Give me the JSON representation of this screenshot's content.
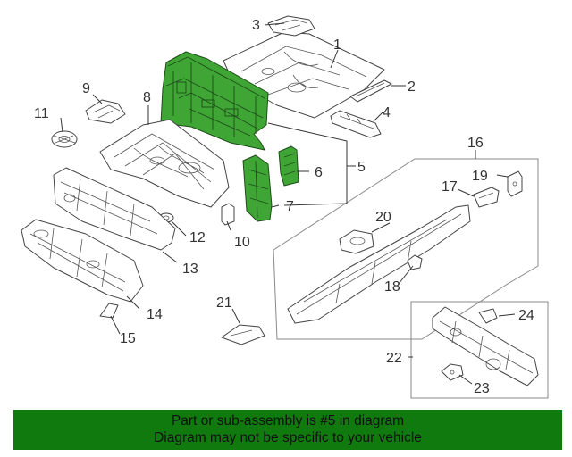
{
  "diagram": {
    "callouts": [
      {
        "id": "1",
        "text": "1"
      },
      {
        "id": "2",
        "text": "2"
      },
      {
        "id": "3",
        "text": "3"
      },
      {
        "id": "4",
        "text": "4"
      },
      {
        "id": "5",
        "text": "5"
      },
      {
        "id": "6",
        "text": "6"
      },
      {
        "id": "7",
        "text": "7"
      },
      {
        "id": "8",
        "text": "8"
      },
      {
        "id": "9",
        "text": "9"
      },
      {
        "id": "10",
        "text": "10"
      },
      {
        "id": "11",
        "text": "11"
      },
      {
        "id": "12",
        "text": "12"
      },
      {
        "id": "13",
        "text": "13"
      },
      {
        "id": "14",
        "text": "14"
      },
      {
        "id": "15",
        "text": "15"
      },
      {
        "id": "16",
        "text": "16"
      },
      {
        "id": "17",
        "text": "17"
      },
      {
        "id": "18",
        "text": "18"
      },
      {
        "id": "19",
        "text": "19"
      },
      {
        "id": "20",
        "text": "20"
      },
      {
        "id": "21",
        "text": "21"
      },
      {
        "id": "22",
        "text": "22"
      },
      {
        "id": "23",
        "text": "23"
      },
      {
        "id": "24",
        "text": "24"
      }
    ],
    "highlight_color": "#3fa535"
  },
  "banner": {
    "line1": "Part or sub-assembly is #5 in diagram",
    "line2": "Diagram may not be specific to your vehicle",
    "background": "#117a0f"
  }
}
